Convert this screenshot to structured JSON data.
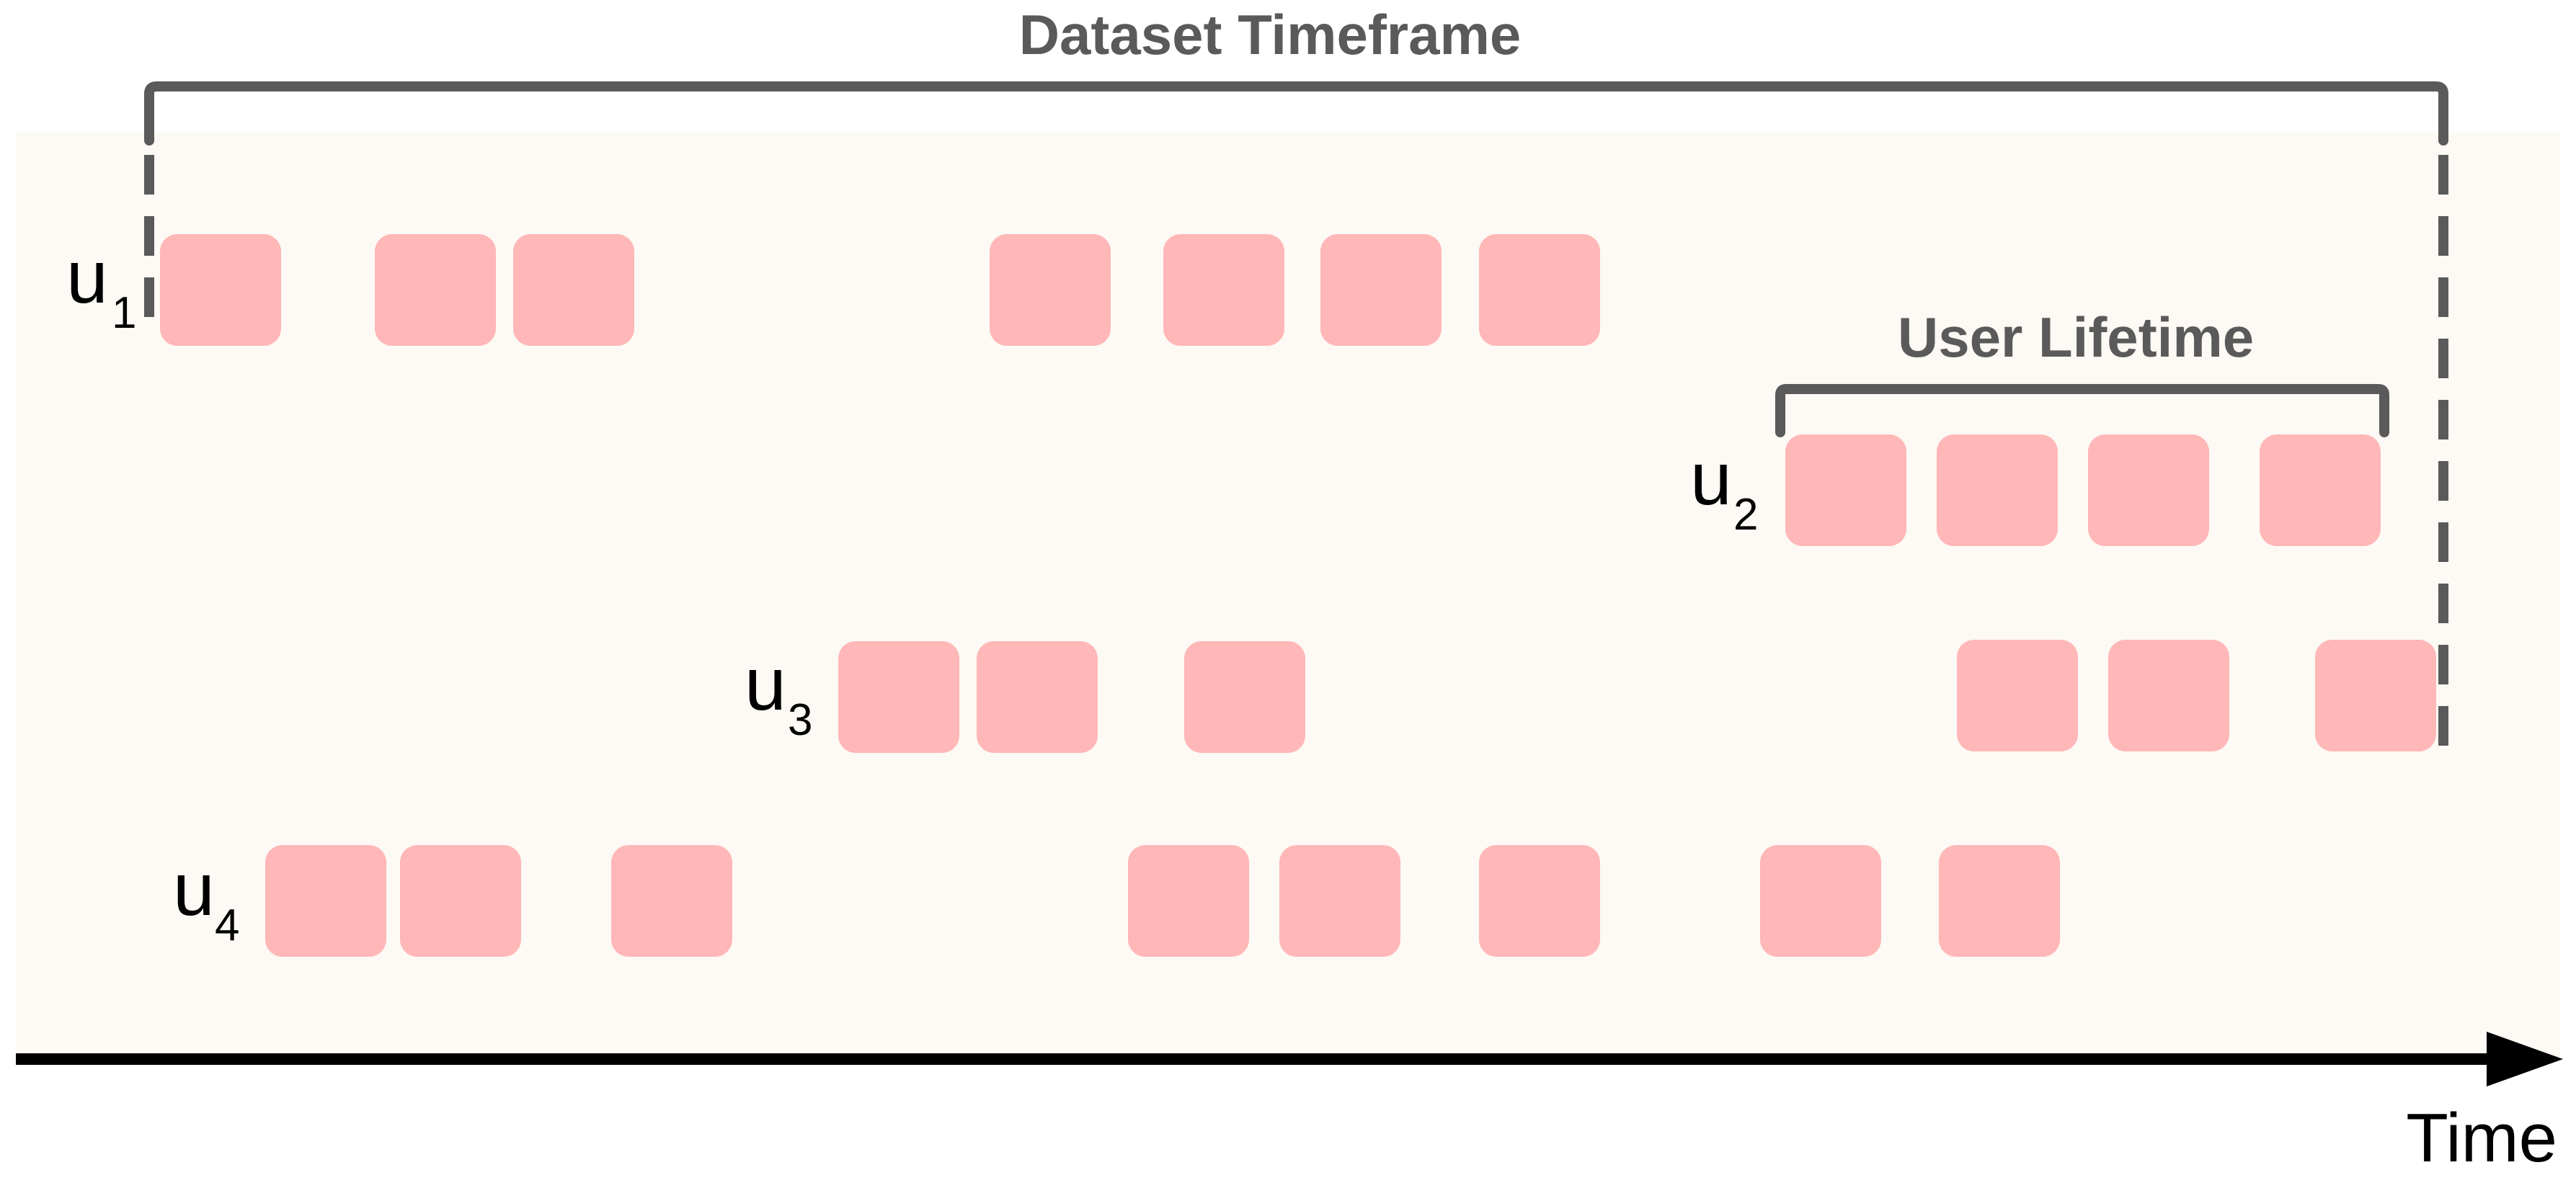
{
  "diagram": {
    "top_bracket_label": "Dataset Timeframe",
    "user_bracket_label": "User Lifetime",
    "axis_label": "Time",
    "colors": {
      "background": "#fdf9f4",
      "event_block": "#ffb7b7",
      "bracket": "#5a5a5a",
      "axis": "#000000"
    },
    "users": [
      {
        "name": "u",
        "subscript": "1"
      },
      {
        "name": "u",
        "subscript": "2"
      },
      {
        "name": "u",
        "subscript": "3"
      },
      {
        "name": "u",
        "subscript": "4"
      }
    ]
  }
}
